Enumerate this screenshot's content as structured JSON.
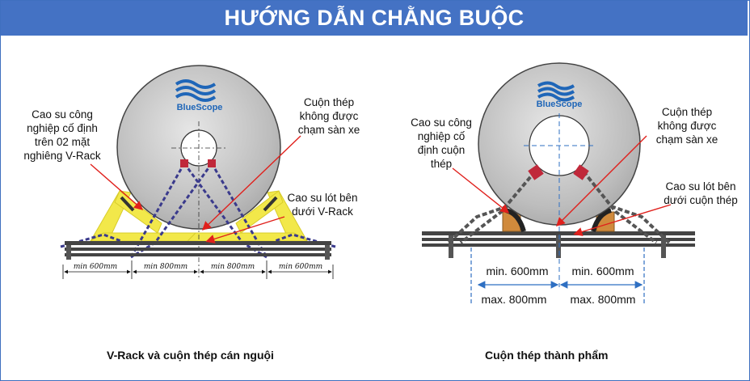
{
  "title": "HƯỚNG DẪN CHẰNG BUỘC",
  "left_panel": {
    "caption": "V-Rack và cuộn thép cán nguội",
    "logo": "BlueScope",
    "callouts": {
      "rubber_vrack": "Cao su công\nnghiệp cố định\ntrên 02 mặt\nnghiêng V-Rack",
      "coil_no_touch": "Cuộn thép\nkhông được\nchạm sàn xe",
      "rubber_under": "Cao su lót bên\ndưới V-Rack"
    },
    "dimensions": [
      "min 600mm",
      "min 800mm",
      "min 800mm",
      "min 600mm"
    ]
  },
  "right_panel": {
    "caption": "Cuộn thép thành phẩm",
    "logo": "BlueScope",
    "callouts": {
      "rubber_fix": "Cao su công\nnghiệp cố\nđịnh cuộn\nthép",
      "coil_no_touch": "Cuộn thép\nkhông được\nchạm sàn xe",
      "rubber_under": "Cao su lót bên\ndưới cuộn thép"
    },
    "dimensions": {
      "min_left": "min. 600mm",
      "min_right": "min. 600mm",
      "max_left": "max. 800mm",
      "max_right": "max. 800mm"
    }
  },
  "colors": {
    "banner": "#4472c4",
    "coil": "#c9c9c9",
    "vrack": "#f2e84a",
    "chain": "#3a3a8c",
    "arrow": "#e0201c",
    "rubber": "#d08a3c",
    "dim_line": "#2e6fc2"
  }
}
